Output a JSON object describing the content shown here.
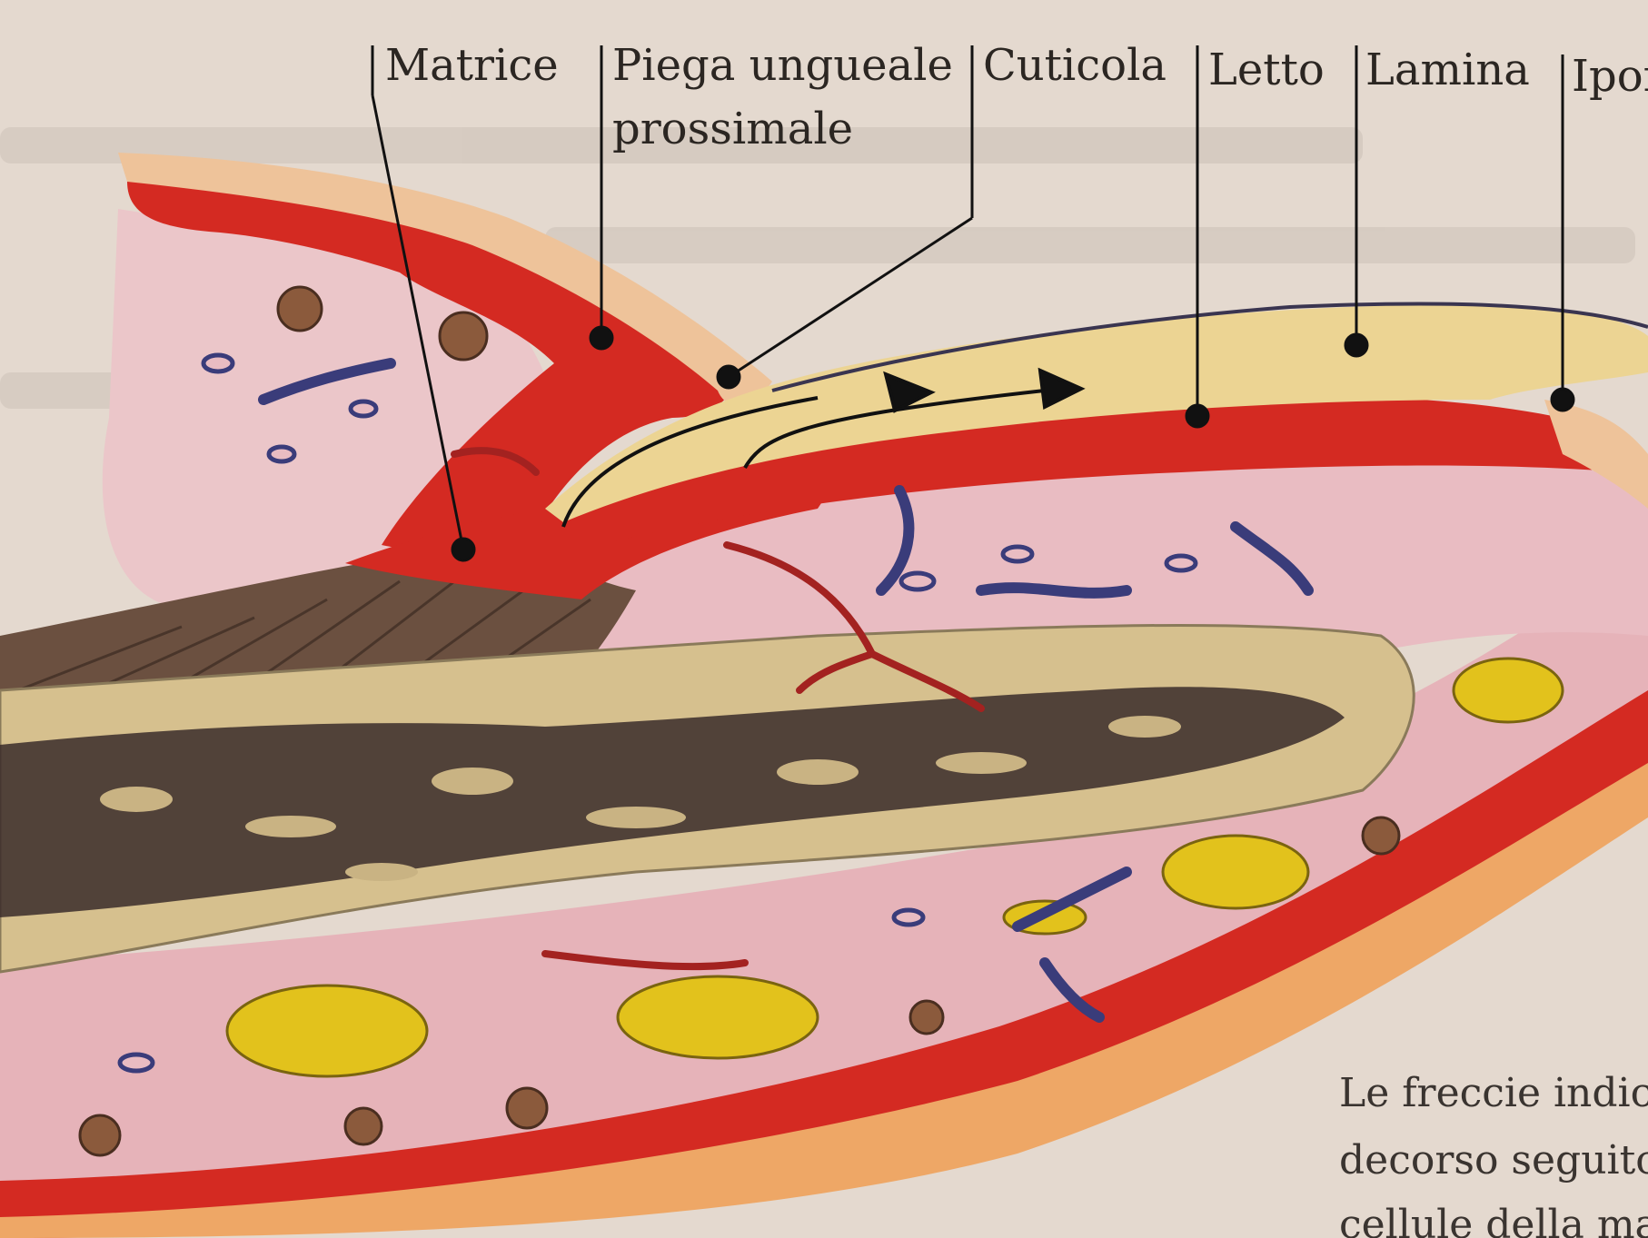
{
  "labels": {
    "matrice": "Matrice",
    "piega_line1": "Piega ungueale",
    "piega_line2": "prossimale",
    "cuticola": "Cuticola",
    "letto": "Letto",
    "lamina": "Lamina",
    "ipo": "Ipor"
  },
  "caption": {
    "line1": "Le freccie indicar",
    "line2": "decorso seguito",
    "line3": "cellule della mat"
  },
  "colors": {
    "background": "#e4d9cf",
    "tissue_red": "#d42a22",
    "dermis_pink": "#e8b9c0",
    "nail_plate": "#ecd493",
    "bone": "#d6c08e",
    "marrow": "#3a2c2a",
    "fat_yellow": "#e2c21c",
    "vessel_blue": "#3a3c7a"
  }
}
